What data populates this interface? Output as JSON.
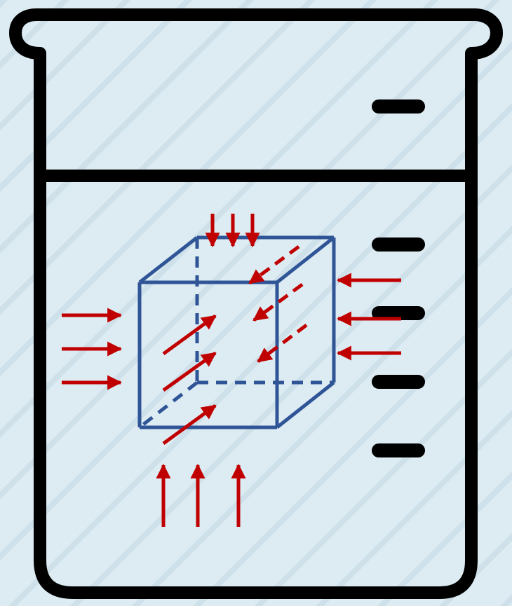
{
  "colors": {
    "background": "#DDECF3",
    "stripes": "#CEE0E9",
    "beaker_outline": "#000000",
    "cube": "#2F5597",
    "pressure_arrows": "#C00000"
  },
  "icons": {
    "beaker": "beaker-icon",
    "cube": "submerged-cube",
    "arrows": "pressure-arrow"
  },
  "beaker": {
    "graduation_marks_count": 5,
    "has_water_line": true
  },
  "arrow_groups": {
    "top": {
      "direction": "down",
      "count": 3
    },
    "bottom": {
      "direction": "up",
      "count": 3
    },
    "left": {
      "direction": "right",
      "count": 3
    },
    "right": {
      "direction": "left",
      "count": 3
    },
    "front": {
      "direction": "into-page",
      "count": 3
    },
    "back": {
      "direction": "out-of-page",
      "count": 3,
      "style": "dashed"
    }
  }
}
